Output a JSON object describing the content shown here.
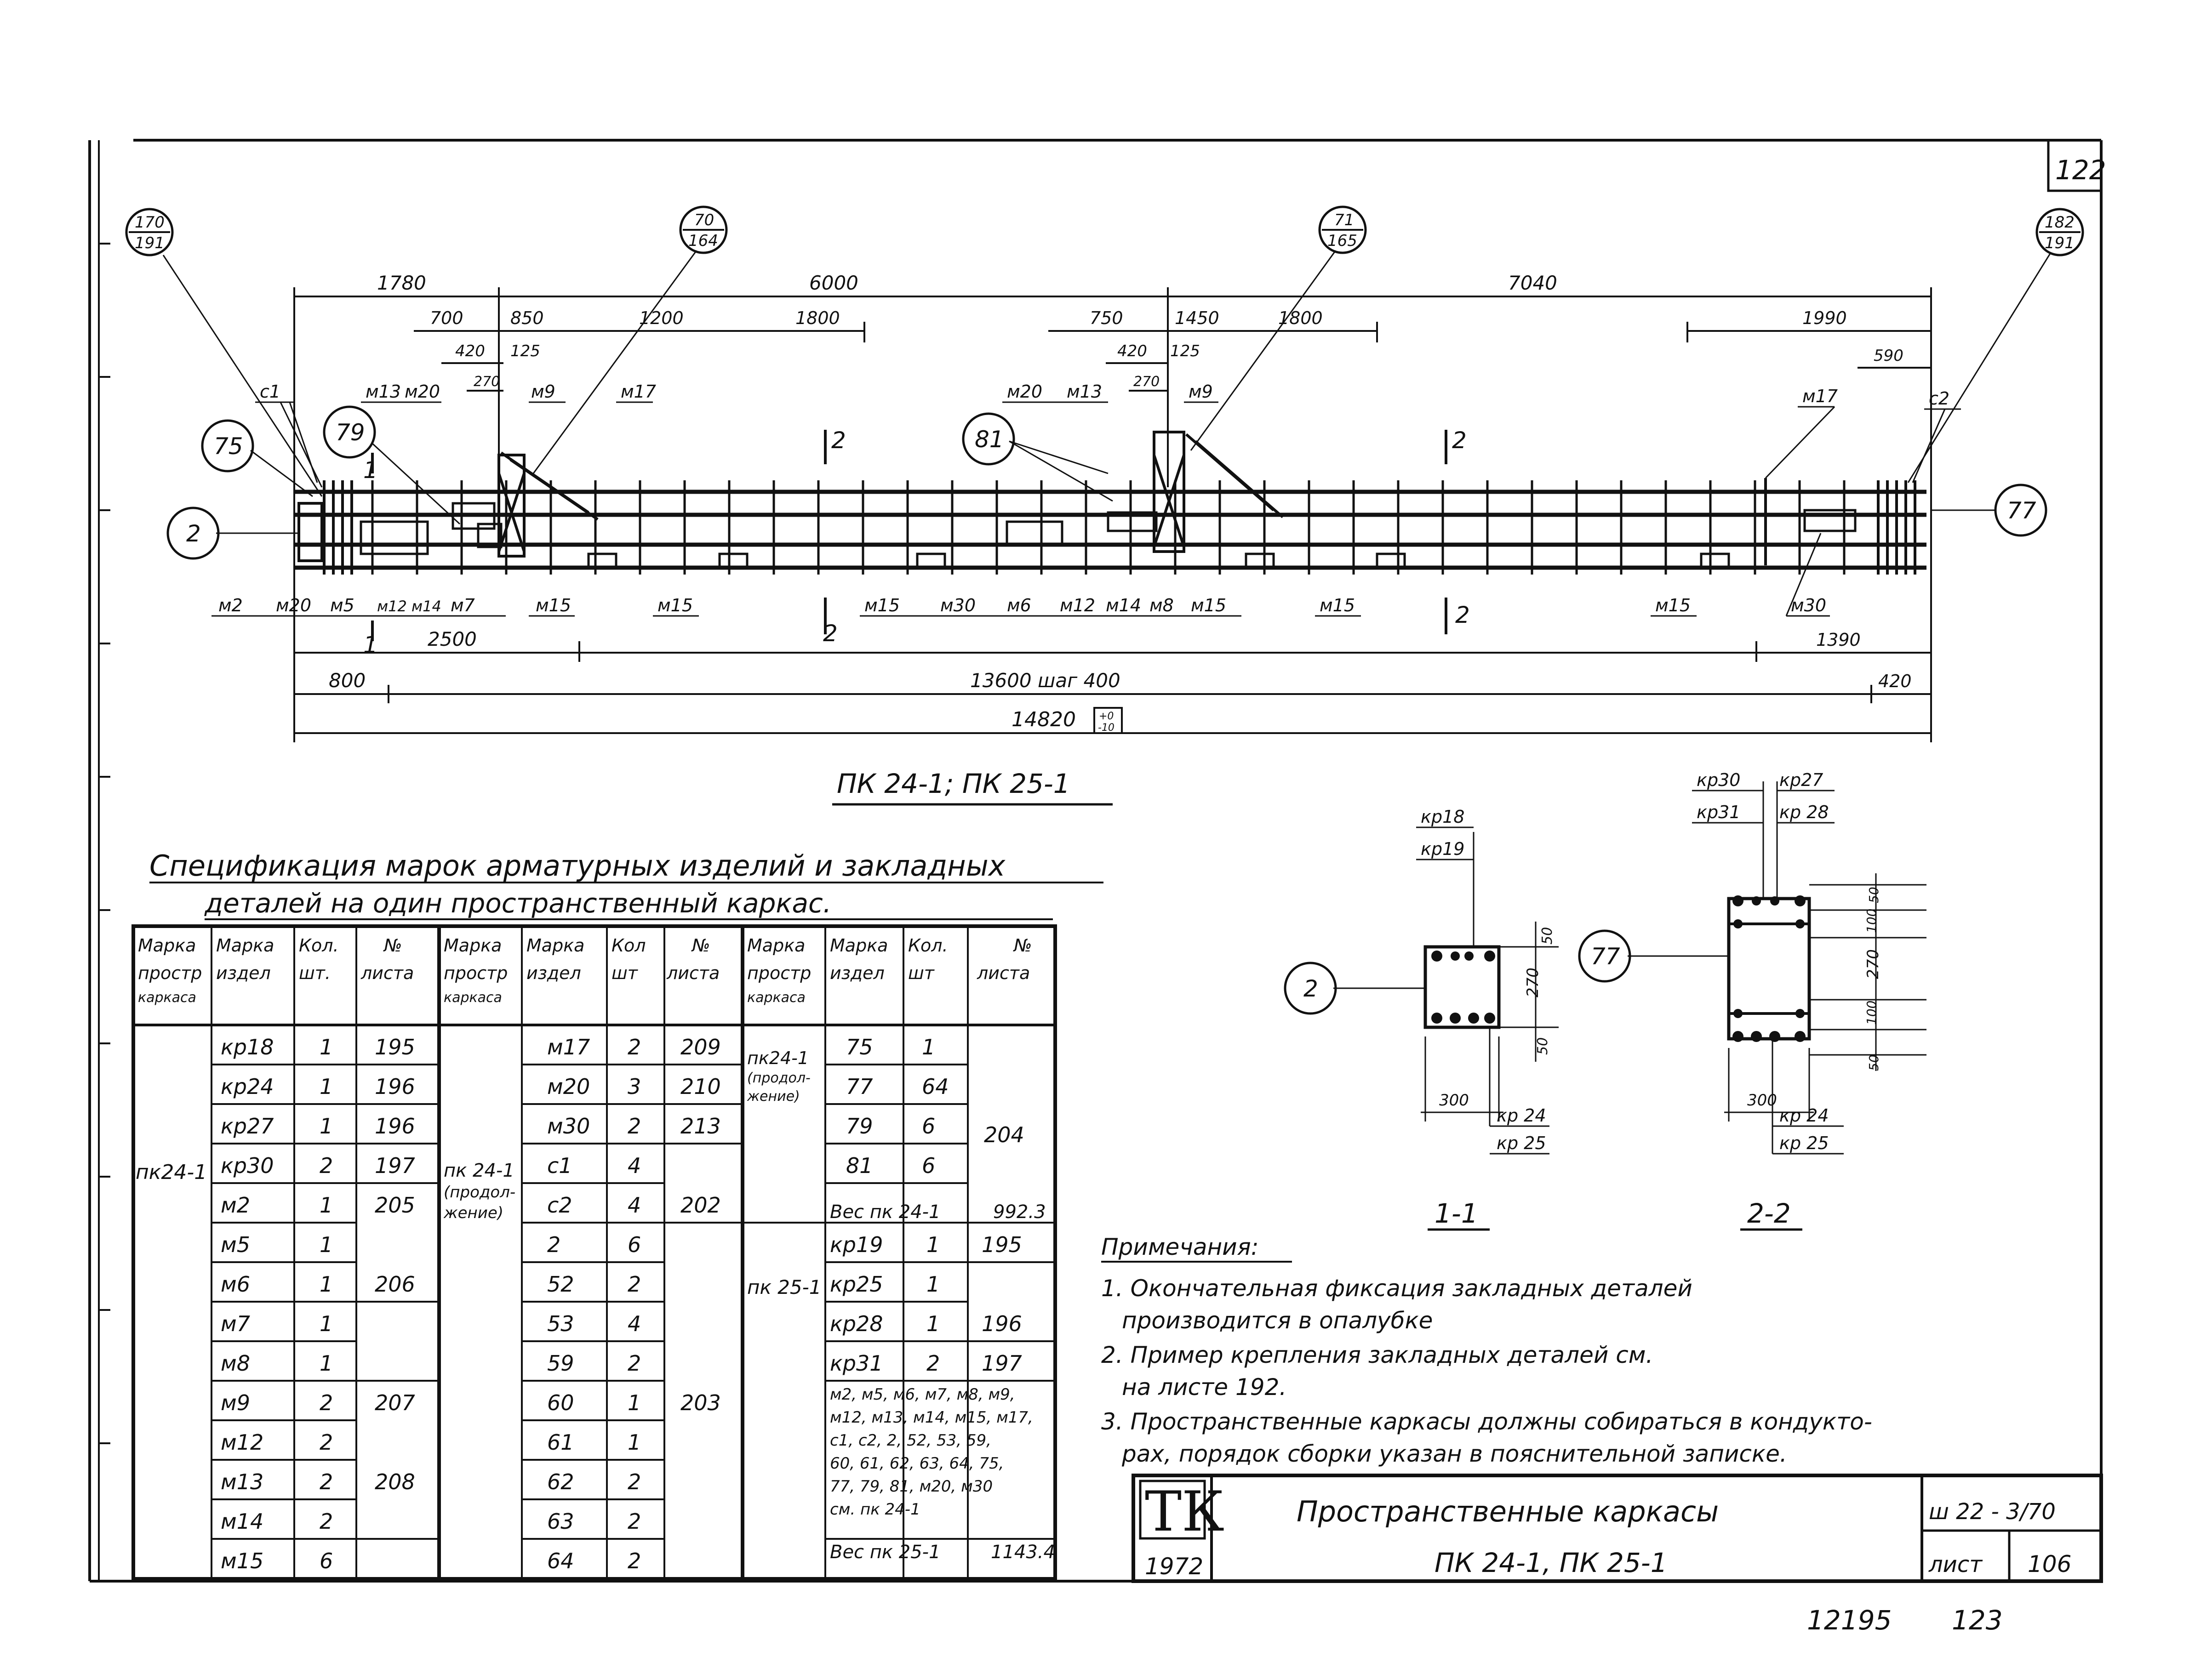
{
  "sheet": {
    "page_number": "122",
    "drawing_title": "ПК 24-1; ПК 25-1",
    "bottom_numbers": [
      "12195",
      "123"
    ]
  },
  "callouts": {
    "c_170": {
      "top": "170",
      "bottom": "191"
    },
    "c_70": {
      "top": "70",
      "bottom": "164"
    },
    "c_71": {
      "top": "71",
      "bottom": "165"
    },
    "c_182": {
      "top": "182",
      "bottom": "191"
    },
    "c_75": "75",
    "c_79": "79",
    "c_81": "81",
    "c_2": "2",
    "c_77": "77"
  },
  "dimensions": {
    "top_row1": [
      "1780",
      "6000",
      "7040"
    ],
    "top_row2_left": [
      "700",
      "850",
      "1200",
      "1800"
    ],
    "top_row2_mid": [
      "750",
      "1450",
      "1800"
    ],
    "top_row2_right": [
      "1990"
    ],
    "top_row3": [
      "420",
      "125",
      "420",
      "125",
      "590"
    ],
    "top_row4": [
      "270",
      "270"
    ],
    "bottom_row1": [
      "2500",
      "1390"
    ],
    "bottom_row2": [
      "800",
      "13600 шаг 400",
      "420"
    ],
    "overall": "14820",
    "overall_tol_plus": "+0",
    "overall_tol_minus": "-10"
  },
  "marks_top": [
    "с1",
    "м13",
    "м20",
    "м9",
    "м17",
    "м20",
    "м13",
    "м9",
    "м17",
    "с2"
  ],
  "marks_bottom": [
    "м2",
    "м20",
    "м5",
    "м12",
    "м14",
    "м7",
    "м15",
    "м15",
    "м15",
    "м30",
    "м6",
    "м12",
    "м14",
    "м8",
    "м15",
    "м15",
    "м15",
    "м30"
  ],
  "section_marks": {
    "s1": "1",
    "s2": "2"
  },
  "sections": {
    "sec1": {
      "title": "1-1",
      "top_labels": [
        "кр18",
        "кр19"
      ],
      "bottom_labels": [
        "кр 24",
        "кр 25"
      ],
      "dims": [
        "50",
        "270",
        "50",
        "300"
      ],
      "callout": "2"
    },
    "sec2": {
      "title": "2-2",
      "top_labels": [
        "кр30",
        "кр27",
        "кр31",
        "кр 28"
      ],
      "bottom_labels": [
        "кр 24",
        "кр 25"
      ],
      "dims": [
        "50",
        "100",
        "270",
        "100",
        "50",
        "300"
      ],
      "callout": "77"
    }
  },
  "spec": {
    "title_line1": "Спецификация марок арматурных изделий и закладных",
    "title_line2": "деталей на один пространственный каркас.",
    "headers": {
      "g1": [
        "Марка",
        "простр",
        "каркаса"
      ],
      "g2": [
        "Марка",
        "издел"
      ],
      "g3": [
        "Кол.",
        "шт."
      ],
      "g4": [
        "№",
        "листа"
      ],
      "h5": [
        "Марка",
        "простр",
        "каркаса"
      ],
      "h6": [
        "Марка",
        "издел"
      ],
      "h7": [
        "Кол",
        "шт"
      ],
      "h8": [
        "№",
        "листа"
      ],
      "h9": [
        "Марка",
        "простр",
        "каркаса"
      ],
      "h10": [
        "Марка",
        "издел"
      ],
      "h11": [
        "Кол.",
        "шт"
      ],
      "h12": [
        "№",
        "листа"
      ]
    },
    "group1": {
      "frame": "пк24-1",
      "rows": [
        [
          "кр18",
          "1",
          "195"
        ],
        [
          "кр24",
          "1",
          "196"
        ],
        [
          "кр27",
          "1",
          "196"
        ],
        [
          "кр30",
          "2",
          "197"
        ],
        [
          "м2",
          "1",
          "205"
        ],
        [
          "м5",
          "1",
          ""
        ],
        [
          "м6",
          "1",
          "206"
        ],
        [
          "м7",
          "1",
          ""
        ],
        [
          "м8",
          "1",
          ""
        ],
        [
          "м9",
          "2",
          "207"
        ],
        [
          "м12",
          "2",
          ""
        ],
        [
          "м13",
          "2",
          "208"
        ],
        [
          "м14",
          "2",
          ""
        ],
        [
          "м15",
          "6",
          ""
        ]
      ]
    },
    "group2": {
      "frame": [
        "пк 24-1",
        "(продол-",
        "жение)"
      ],
      "rows": [
        [
          "м17",
          "2",
          "209"
        ],
        [
          "м20",
          "3",
          "210"
        ],
        [
          "м30",
          "2",
          "213"
        ],
        [
          "с1",
          "4",
          ""
        ],
        [
          "с2",
          "4",
          "202"
        ],
        [
          "2",
          "6",
          ""
        ],
        [
          "52",
          "2",
          ""
        ],
        [
          "53",
          "4",
          ""
        ],
        [
          "59",
          "2",
          ""
        ],
        [
          "60",
          "1",
          "203"
        ],
        [
          "61",
          "1",
          ""
        ],
        [
          "62",
          "2",
          ""
        ],
        [
          "63",
          "2",
          ""
        ],
        [
          "64",
          "2",
          ""
        ]
      ]
    },
    "group3": {
      "frame_cont": [
        "пк24-1",
        "(продол-",
        "жение)"
      ],
      "rows_cont": [
        [
          "75",
          "1"
        ],
        [
          "77",
          "64"
        ],
        [
          "79",
          "6"
        ],
        [
          "81",
          "6"
        ]
      ],
      "sheet_cont": "204",
      "weight1_label": "Вес пк 24-1",
      "weight1_value": "992.3",
      "frame2": "пк 25-1",
      "rows2": [
        [
          "кр19",
          "1",
          "195"
        ],
        [
          "кр25",
          "1",
          ""
        ],
        [
          "кр28",
          "1",
          "196"
        ],
        [
          "кр31",
          "2",
          "197"
        ]
      ],
      "note_lines": [
        "м2, м5, м6, м7, м8, м9,",
        "м12, м13, м14, м15, м17,",
        "с1, с2, 2, 52, 53, 59,",
        "60, 61, 62, 63, 64, 75,",
        "77, 79, 81, м20, м30",
        "см. пк 24-1"
      ],
      "weight2_label": "Вес пк 25-1",
      "weight2_value": "1143.4"
    }
  },
  "notes": {
    "title": "Примечания:",
    "lines": [
      "1. Окончательная фиксация закладных деталей",
      "производится в опалубке",
      "2. Пример крепления закладных деталей см.",
      "на листе 192.",
      "3. Пространственные каркасы должны собираться в кондукто-",
      "рах, порядок сборки указан в пояснительной записке."
    ]
  },
  "stamp": {
    "logo": "ТК",
    "year": "1972",
    "title": "Пространственные каркасы",
    "subtitle": "ПК 24-1, ПК 25-1",
    "code": "ш 22 - 3/70",
    "sheet_label": "лист",
    "sheet_number": "106"
  }
}
